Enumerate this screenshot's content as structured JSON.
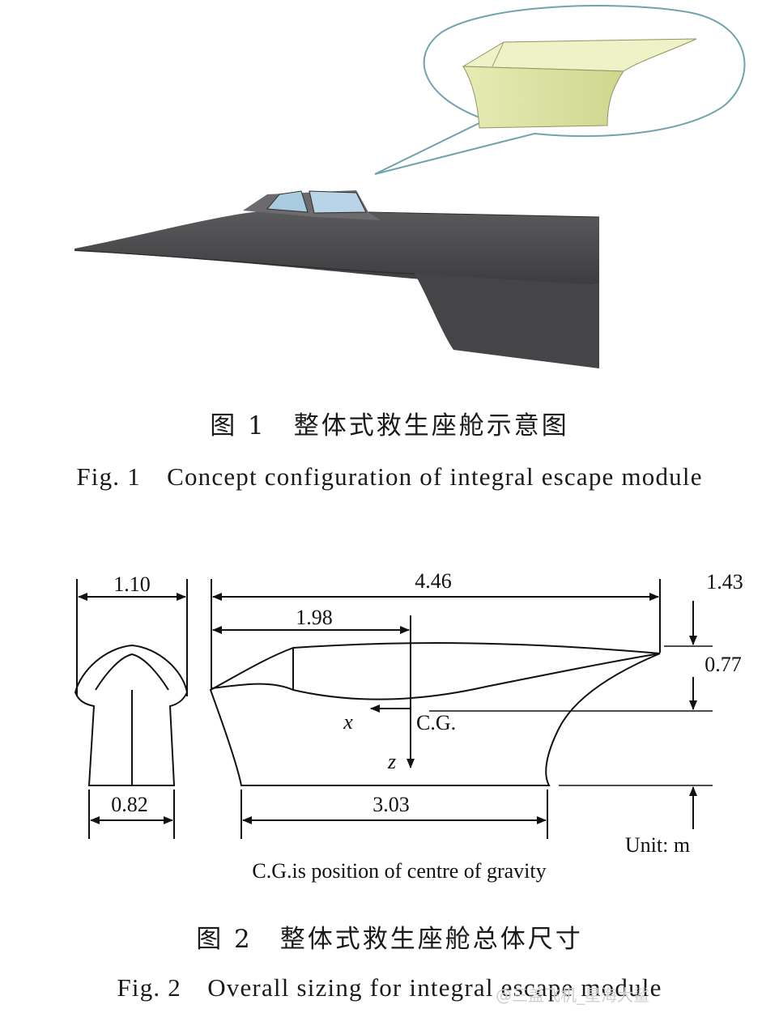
{
  "fig1": {
    "caption_cn": "图 1　整体式救生座舱示意图",
    "caption_en": "Fig. 1　Concept configuration of integral escape module"
  },
  "fig2": {
    "dims": {
      "top_width": "1.10",
      "bottom_width": "0.82",
      "overall_length": "4.46",
      "cg_station": "1.98",
      "base_length": "3.03",
      "top_height": "1.43",
      "cg_height": "0.77"
    },
    "axis_x": "x",
    "axis_z": "z",
    "cg_label": "C.G.",
    "unit": "Unit: m",
    "note": "C.G.is position of centre of gravity",
    "caption_cn": "图 2　整体式救生座舱总体尺寸",
    "caption_en": "Fig. 2　Overall sizing for integral escape module"
  },
  "watermark": "@三盖飞机_星海大鲨",
  "colors": {
    "fuselage": "#4a4a4c",
    "module": "#dfe5a9",
    "bubble": "#6fa3ad",
    "canopy_glass": "#a9cbe0"
  }
}
